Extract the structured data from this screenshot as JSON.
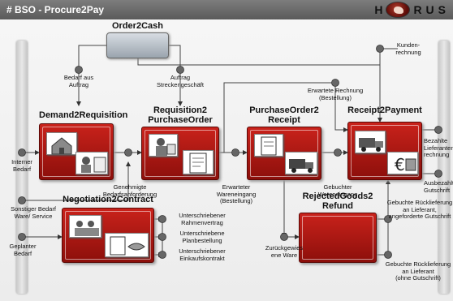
{
  "header": {
    "title": "# BSO - Procure2Pay",
    "logo_text": "H  RUS"
  },
  "colors": {
    "process_red": "#b31a14",
    "header_gray": "#6a6a6a",
    "pillar": "#d6d6d6"
  },
  "order2cash": {
    "title": "Order2Cash"
  },
  "processes": {
    "demand2requisition": {
      "title": "Demand2Requisition"
    },
    "requisition2po": {
      "title_line1": "Requisition2",
      "title_line2": "PurchaseOrder"
    },
    "po2receipt": {
      "title_line1": "PurchaseOrder2",
      "title_line2": "Receipt"
    },
    "receipt2payment": {
      "title": "Receipt2Payment"
    },
    "negotiation2contract": {
      "title": "Negotiation2Contract"
    },
    "rejectedgoods2refund": {
      "title_line1": "RejectedGoods2",
      "title_line2": "Refund"
    }
  },
  "labels": {
    "bedarf_aus_auftrag": [
      "Bedarf aus",
      "Auftrag"
    ],
    "auftrag_strecke": [
      "Auftrag",
      "Streckengeschäft"
    ],
    "kundenrechnung": [
      "Kunden-",
      "rechnung"
    ],
    "erwartete_rechnung": [
      "Erwartete Rechnung",
      "(Bestellung)"
    ],
    "interner_bedarf": [
      "Interner",
      "Bedarf"
    ],
    "genehmigte": [
      "Genehmigte",
      "Bedarfsanforderung"
    ],
    "erwarteter_we": [
      "Erwarteter",
      "Wareneingang",
      "(Bestellung)"
    ],
    "gebuchter_we": [
      "Gebuchter",
      "Wareneingang"
    ],
    "bezahlte": [
      "Bezahlte",
      "Lieferanten",
      "rechnung"
    ],
    "ausbezahlte": [
      "Ausbezahlte",
      "Gutschrift"
    ],
    "sonstiger_bedarf": [
      "Sonstiger Bedarf",
      "Ware/ Service"
    ],
    "rahmenvertrag": [
      "Unterschriebener",
      "Rahmenvertrag"
    ],
    "planbestellung": [
      "Unterschriebene",
      "Planbestellung"
    ],
    "einkaufskontrakt": [
      "Unterschriebener",
      "Einkaufskontrakt"
    ],
    "geplanter_bedarf": [
      "Geplanter",
      "Bedarf"
    ],
    "zurueckgewiesene": [
      "Zurückgewies",
      "ene Ware"
    ],
    "rueck_gutschrift": [
      "Gebuchte Rücklieferung",
      "an Lieferant,",
      "angeforderte Gutschrift"
    ],
    "rueck_ohne": [
      "Gebuchte Rücklieferung",
      "an Lieferant",
      "(ohne Gutschrift)"
    ]
  }
}
